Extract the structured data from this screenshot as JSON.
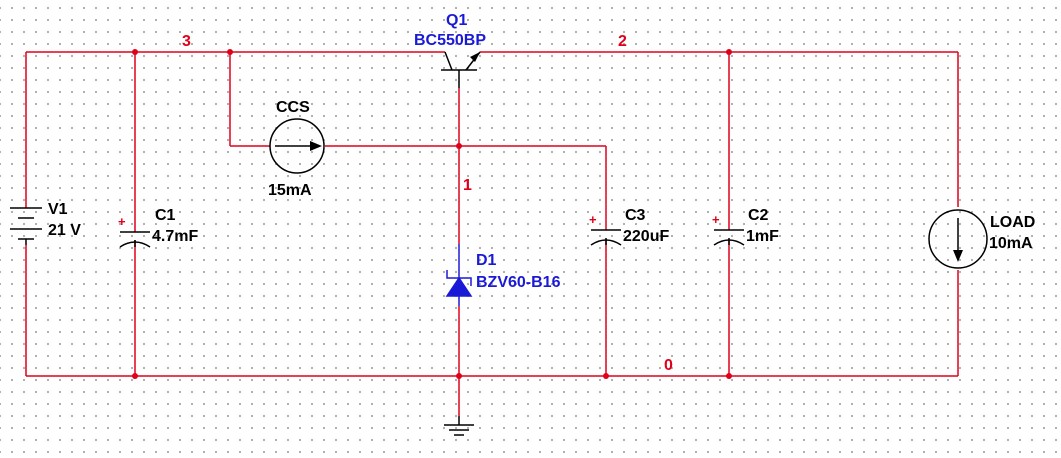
{
  "components": {
    "q1": {
      "ref": "Q1",
      "part": "BC550BP"
    },
    "ccs": {
      "ref": "CCS",
      "value": "15mA"
    },
    "v1": {
      "ref": "V1",
      "value": "21 V"
    },
    "c1": {
      "ref": "C1",
      "value": "4.7mF"
    },
    "d1": {
      "ref": "D1",
      "part": "BZV60-B16"
    },
    "c3": {
      "ref": "C3",
      "value": "220uF"
    },
    "c2": {
      "ref": "C2",
      "value": "1mF"
    },
    "load": {
      "ref": "LOAD",
      "value": "10mA"
    }
  },
  "nets": {
    "n0": "0",
    "n1": "1",
    "n2": "2",
    "n3": "3"
  },
  "polarity_mark": "+",
  "colors": {
    "wire": "#e0001a",
    "part": "#000000",
    "label_blue": "#1a1ad6"
  }
}
